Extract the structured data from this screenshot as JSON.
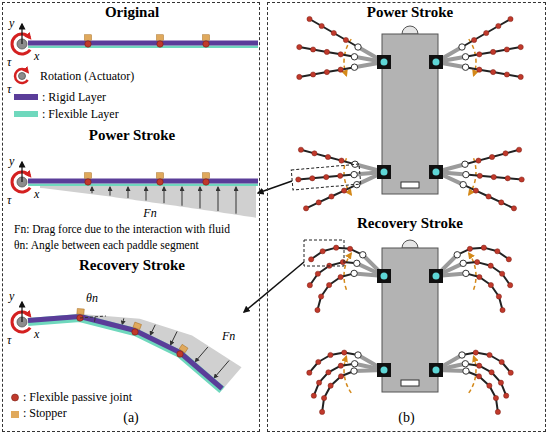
{
  "diagram": {
    "nodes": [
      {
        "text": [
          "(a)"
        ]
      },
      {
        "text": [
          "(b)"
        ]
      }
    ],
    "labels": [
      "Original",
      "y",
      "x",
      "τ",
      "τ",
      "Power Stroke",
      "y",
      "x",
      "τ",
      "Fn",
      "Fn: Drag force due to the interaction with fluid",
      "θn: Angle between each paddle segment",
      "Recovery Stroke",
      "y",
      "x",
      "τ",
      "θn",
      "Fn",
      "Power Stroke",
      "Recovery Stroke"
    ],
    "legend": [
      {
        "text": "Rotation (Actuator)"
      },
      {
        "text": ": Rigid Layer",
        "color": "#5a3d99"
      },
      {
        "text": ": Flexible Layer",
        "color": "#6fd8bd"
      },
      {
        "text": ": Flexible passive joint"
      },
      {
        "text": ": Stopper",
        "color": "#e0a95c"
      }
    ]
  }
}
